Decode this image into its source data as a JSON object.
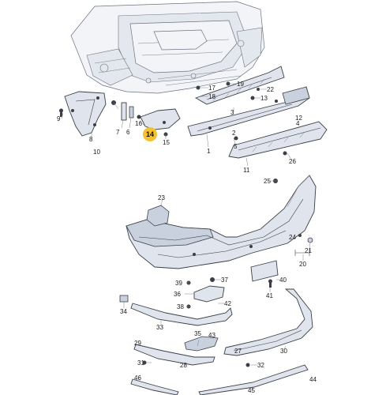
{
  "callouts": {
    "c1": "1",
    "c2": "2",
    "c3": "3",
    "c4": "4",
    "c5": "5",
    "c6": "6",
    "c7": "7",
    "c8": "8",
    "c9": "9",
    "c10": "10",
    "c11": "11",
    "c12": "12",
    "c13": "13",
    "c14": "14",
    "c15": "15",
    "c16": "16",
    "c17": "17",
    "c18": "18",
    "c19": "19",
    "c20": "20",
    "c21": "21",
    "c22": "22",
    "c23": "23",
    "c24": "24",
    "c25": "25",
    "c26": "26",
    "c27": "27",
    "c28": "28",
    "c29": "29",
    "c30": "30",
    "c31": "31",
    "c32": "32",
    "c33": "33",
    "c34": "34",
    "c35": "35",
    "c36": "36",
    "c37": "37",
    "c38": "38",
    "c39": "39",
    "c40": "40",
    "c41": "41",
    "c42": "42",
    "c43": "43",
    "c44": "44",
    "c45": "45",
    "c46": "46"
  },
  "highlight": {
    "label": "14",
    "color": "#f3c230"
  }
}
